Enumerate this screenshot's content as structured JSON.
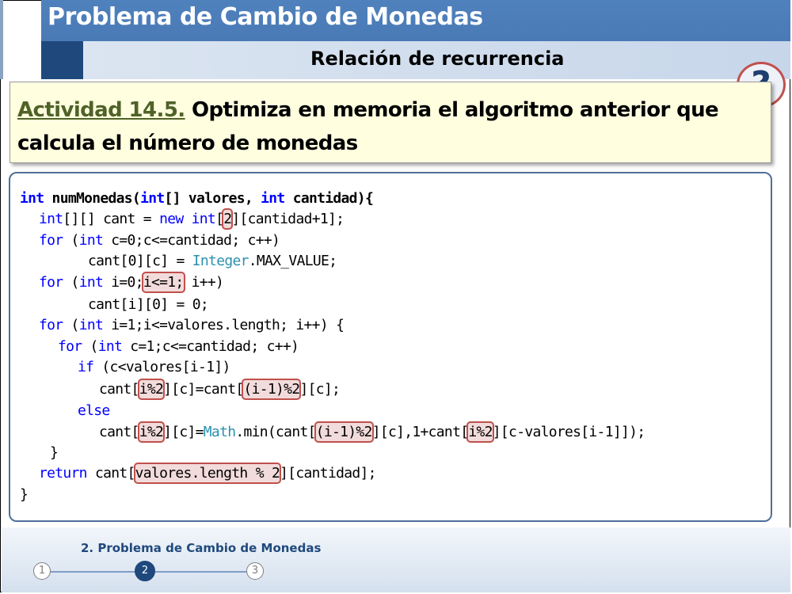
{
  "header": {
    "title": "Problema de Cambio de Monedas",
    "subtitle": "Relación de recurrencia"
  },
  "help_icon": {
    "icon": "question-mark-icon",
    "glyph": "?"
  },
  "activity": {
    "label": "Actividad 14.5.",
    "text_line1": " Optimiza en memoria el algoritmo anterior que",
    "text_line2": "calcula el número de monedas"
  },
  "footer": {
    "section_title": "2. Problema de Cambio de Monedas",
    "steps": [
      "1",
      "2",
      "3"
    ],
    "active_step": "2"
  },
  "code": {
    "l1_int": "int",
    "l1_a": " numMonedas(",
    "l1_int2": "int",
    "l1_b": "[] valores, ",
    "l1_int3": "int",
    "l1_c": " cantidad){",
    "l2_int": "int",
    "l2_a": "[][] cant = ",
    "l2_new": "new",
    "l2_sp": " ",
    "l2_int2": "int",
    "l2_b": "[",
    "l2_hl": "2",
    "l2_c": "][cantidad+1];",
    "l3_for": "for",
    "l3_a": " (",
    "l3_int": "int",
    "l3_b": " c=0;c<=cantidad; c++)",
    "l4_a": "cant[0][c] = ",
    "l4_cls": "Integer",
    "l4_b": ".MAX_VALUE;",
    "l5_for": "for",
    "l5_a": " (",
    "l5_int": "int",
    "l5_b": " i=0;",
    "l5_hl": "i<=1;",
    "l5_c": " i++)",
    "l6_a": "cant[i][0] = 0;",
    "l7_for": "for",
    "l7_a": " (",
    "l7_int": "int",
    "l7_b": " i=1;i<=valores.length; i++) {",
    "l8_for": "for",
    "l8_a": " (",
    "l8_int": "int",
    "l8_b": " c=1;c<=cantidad; c++)",
    "l9_if": "if",
    "l9_a": " (c<valores[i-1])",
    "l10_a": "cant[",
    "l10_hl1": "i%2",
    "l10_b": "][c]=cant[",
    "l10_hl2": "(i-1)%2",
    "l10_c": "][c];",
    "l11_else": "else",
    "l12_a": "cant[",
    "l12_hl1": "i%2",
    "l12_b": "][c]=",
    "l12_cls": "Math",
    "l12_c": ".min(cant[",
    "l12_hl2": "(i-1)%2",
    "l12_d": "][c],1+cant[",
    "l12_hl3": "i%2",
    "l12_e": "][c-valores[i-1]]);",
    "l13_a": "}",
    "l14_ret": "return",
    "l14_a": " cant[",
    "l14_hl": "valores.length % 2",
    "l14_b": "][cantidad];",
    "l15_a": "}"
  }
}
